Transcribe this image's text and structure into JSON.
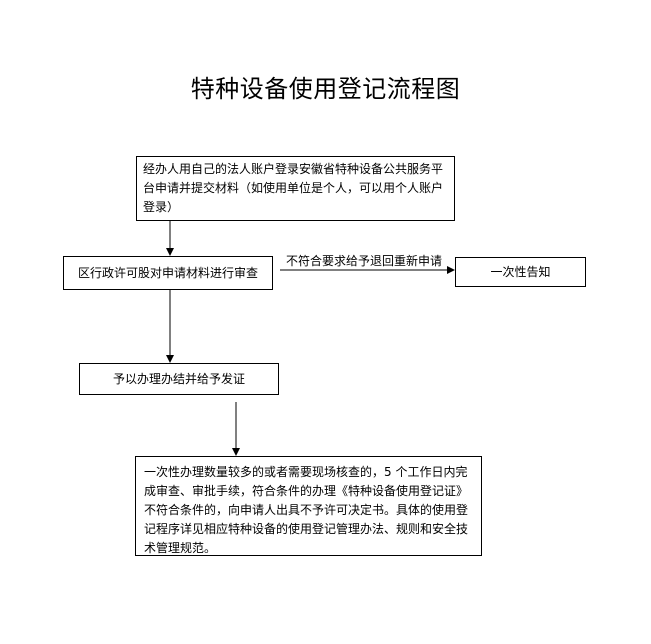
{
  "title": "特种设备使用登记流程图",
  "nodes": {
    "step1": "经办人用自己的法人账户登录安徽省特种设备公共服务平台申请并提交材料（如使用单位是个人，可以用个人账户登录）",
    "step2": "区行政许可股对申请材料进行审查",
    "notify": "一次性告知",
    "step3": "予以办理办结并给予发证",
    "note": "一次性办理数量较多的或者需要现场核查的，5 个工作日内完成审查、审批手续，符合条件的办理《特种设备使用登记证》不符合条件的，向申请人出具不予许可决定书。具体的使用登记程序详见相应特种设备的使用登记管理办法、规则和安全技术管理规范。"
  },
  "edges": {
    "reject_label": "不符合要求给予退回重新申请"
  }
}
